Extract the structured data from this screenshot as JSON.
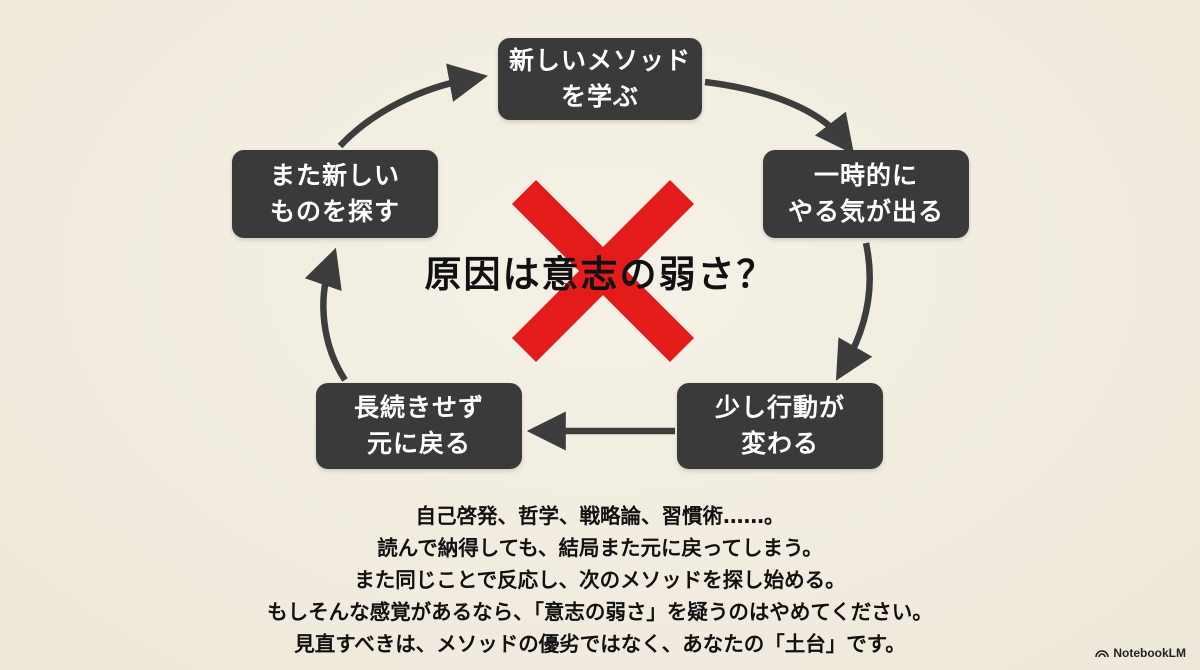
{
  "cycle": {
    "nodes": [
      {
        "line1": "新しいメソッド",
        "line2": "を学ぶ"
      },
      {
        "line1": "一時的に",
        "line2": "やる気が出る"
      },
      {
        "line1": "少し行動が",
        "line2": "変わる"
      },
      {
        "line1": "長続きせず",
        "line2": "元に戻る"
      },
      {
        "line1": "また新しい",
        "line2": "ものを探す"
      }
    ],
    "center_question": "原因は意志の弱さ？",
    "cross_color": "#e31b1b",
    "node_color": "#3a3a3a",
    "arrow_color": "#3d3d3d"
  },
  "body": {
    "lines": [
      "自己啓発、哲学、戦略論、習慣術……。",
      "読んで納得しても、結局また元に戻ってしまう。",
      "また同じことで反応し、次のメソッドを探し始める。",
      "もしそんな感覚があるなら、「意志の弱さ」を疑うのはやめてください。",
      "見直すべきは、メソッドの優劣ではなく、あなたの「土台」です。"
    ]
  },
  "branding": {
    "logo_text": "NotebookLM",
    "logo_icon": "notebooklm-icon"
  }
}
